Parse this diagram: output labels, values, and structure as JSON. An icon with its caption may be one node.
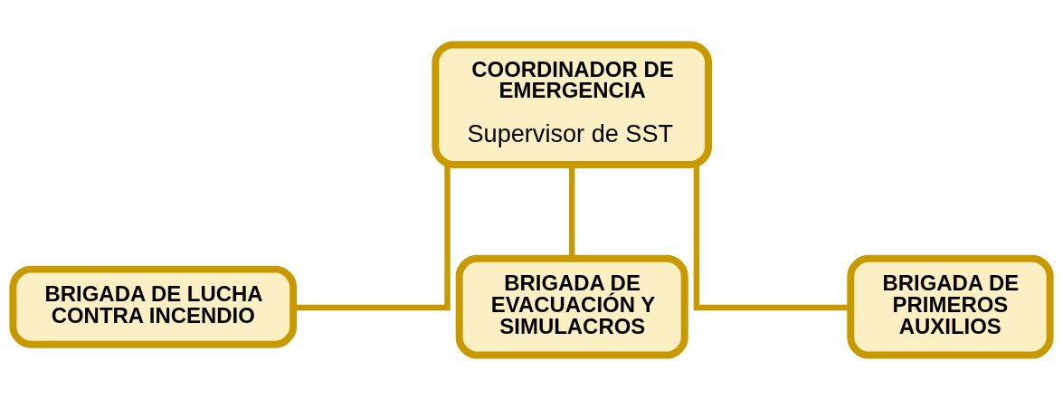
{
  "diagram": {
    "nodes": [
      {
        "text": [
          "COORDINADOR DE EMERGENCIA",
          "Supervisor de SST"
        ]
      },
      {
        "text": [
          "BRIGADA DE LUCHA CONTRA INCENDIO"
        ]
      },
      {
        "text": [
          "BRIGADA DE EVACUACIÓN Y SIMULACROS"
        ]
      },
      {
        "text": [
          "BRIGADA DE PRIMEROS AUXILIOS"
        ]
      }
    ],
    "edges": [
      {
        "from": 0,
        "to": 1,
        "arrow": "none"
      },
      {
        "from": 0,
        "to": 2,
        "arrow": "none"
      },
      {
        "from": 0,
        "to": 3,
        "arrow": "none"
      }
    ]
  }
}
